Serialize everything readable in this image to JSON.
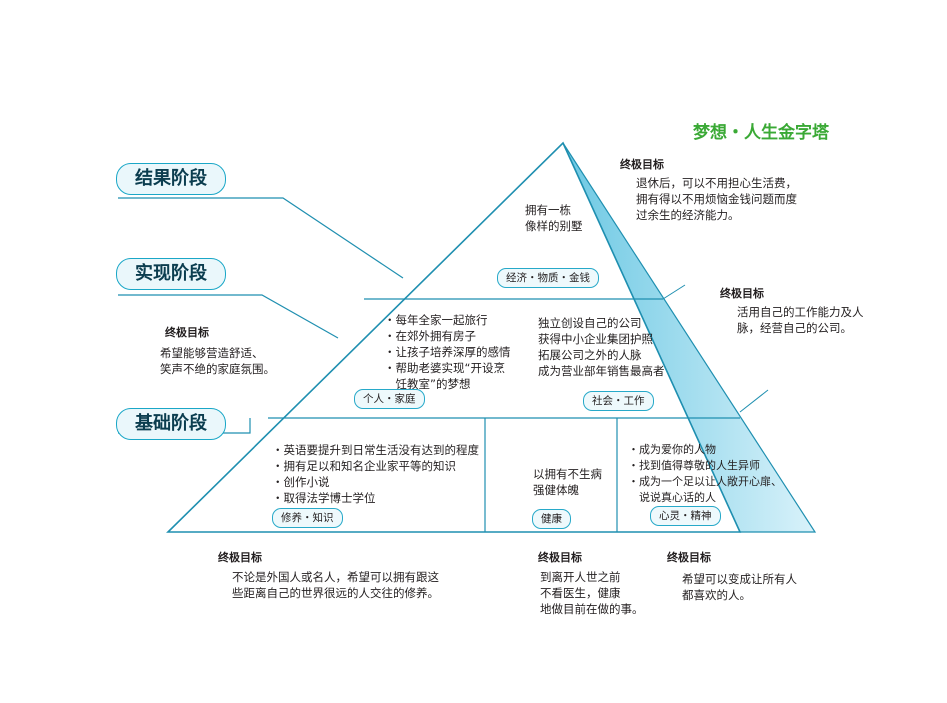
{
  "title": "梦想・人生金字塔",
  "stages": {
    "result": "结果阶段",
    "realize": "实现阶段",
    "foundation": "基础阶段"
  },
  "goal_label": "终极目标",
  "top": {
    "text": [
      "拥有一栋",
      "像样的别墅"
    ],
    "tag": "经济・物质・金钱",
    "goal": [
      "退休后，可以不用担心生活费，",
      "拥有得以不用烦恼金钱问题而度",
      "过余生的经济能力。"
    ]
  },
  "family": {
    "items": [
      "・每年全家一起旅行",
      "・在郊外拥有房子",
      "・让孩子培养深厚的感情",
      "・帮助老婆实现“开设烹",
      "　饪教室”的梦想"
    ],
    "tag": "个人・家庭",
    "goal": [
      "希望能够营造舒适、",
      "笑声不绝的家庭氛围。"
    ]
  },
  "work": {
    "items": [
      "独立创设自己的公司",
      "获得中小企业集团护照",
      "拓展公司之外的人脉",
      "成为营业部年销售最高者"
    ],
    "tag": "社会・工作",
    "goal": [
      "活用自己的工作能力及人",
      "脉，经营自己的公司。"
    ]
  },
  "knowledge": {
    "items": [
      "・英语要提升到日常生活没有达到的程度",
      "・拥有足以和知名企业家平等的知识",
      "・创作小说",
      "・取得法学博士学位"
    ],
    "tag": "修养・知识",
    "goal": [
      "不论是外国人或名人，希望可以拥有跟这",
      "些距离自己的世界很远的人交往的修养。"
    ]
  },
  "health": {
    "items": [
      "以拥有不生病",
      "强健体魄"
    ],
    "tag": "健康",
    "goal": [
      "到离开人世之前",
      "不看医生，健康",
      "地做目前在做的事。"
    ]
  },
  "spirit": {
    "items": [
      "・成为爱你的人物",
      "・找到值得尊敬的人生异师",
      "・成为一个足以让人敞开心扉、",
      "　说说真心话的人"
    ],
    "tag": "心灵・精神",
    "goal": [
      "希望可以变成让所有人",
      "都喜欢的人。"
    ]
  },
  "colors": {
    "accent": "#1aa7c7",
    "side_face": "#8fd8ec",
    "title": "#3aa935"
  }
}
